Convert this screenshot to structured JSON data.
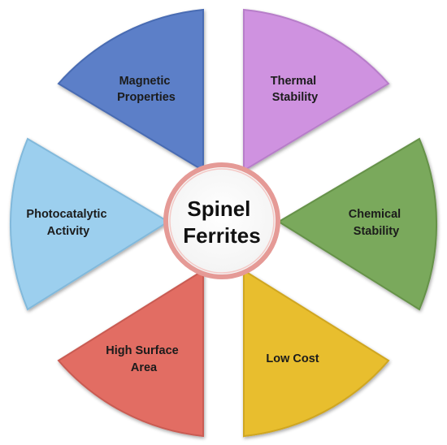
{
  "diagram": {
    "center": {
      "lines": [
        "Spinel",
        "Ferrites"
      ]
    },
    "segments": [
      {
        "id": "magnetic-properties",
        "lines": [
          "Magnetic",
          "Properties"
        ],
        "color": "#5b7fc8"
      },
      {
        "id": "thermal-stability",
        "lines": [
          "Thermal",
          "Stability"
        ],
        "color": "#cf92e0"
      },
      {
        "id": "chemical-stability",
        "lines": [
          "Chemical",
          "Stability"
        ],
        "color": "#7aa95b"
      },
      {
        "id": "low-cost",
        "lines": [
          "Low Cost"
        ],
        "color": "#e8be2e"
      },
      {
        "id": "high-surface-area",
        "lines": [
          "High Surface",
          "Area"
        ],
        "color": "#e26d63"
      },
      {
        "id": "photocatalytic-activity",
        "lines": [
          "Photocatalytic",
          "Activity"
        ],
        "color": "#9ccfee"
      }
    ]
  }
}
